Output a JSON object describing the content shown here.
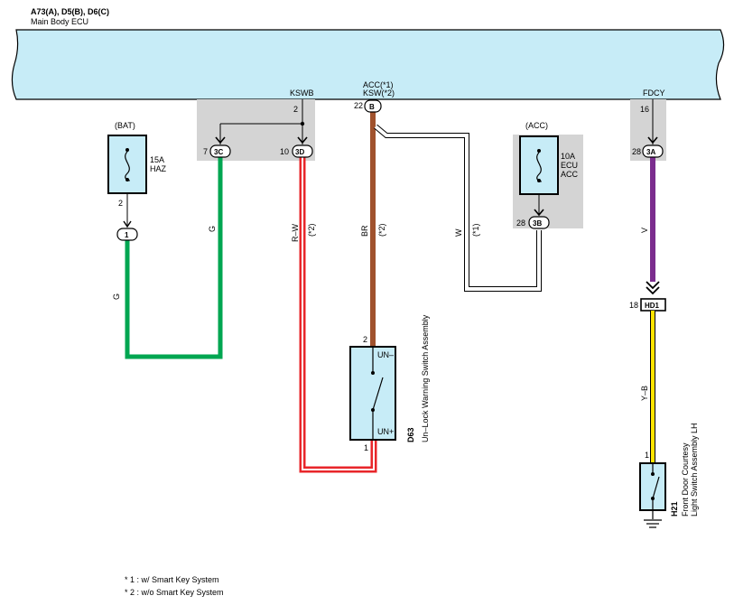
{
  "header": {
    "connectors": "A73(A), D5(B), D6(C)",
    "component": "Main Body ECU"
  },
  "ecu_terminals": {
    "kswb_name": "KSWB",
    "kswb_pin": "2",
    "acc_name_1": "ACC(*1)",
    "acc_name_2": "KSW(*2)",
    "acc_pin": "22",
    "acc_connector": "B",
    "fdcy_name": "FDCY",
    "fdcy_pin": "16"
  },
  "bat_fuse": {
    "group": "(BAT)",
    "rating": "15A",
    "name": "HAZ",
    "pin": "2",
    "junction": "1"
  },
  "acc_fuse": {
    "group": "(ACC)",
    "rating": "10A",
    "name_1": "ECU",
    "name_2": "ACC",
    "pin": "28",
    "connector": "3B"
  },
  "junction_connectors": {
    "c3c_pin": "7",
    "c3c": "3C",
    "c3d_pin": "10",
    "c3d": "3D",
    "c3a_pin": "28",
    "c3a": "3A",
    "hd1_pin": "18",
    "hd1": "HD1"
  },
  "wires": {
    "g_left": "G",
    "g_right": "G",
    "rw": "R–W",
    "rw_note": "(*2)",
    "br": "BR",
    "br_note": "(*2)",
    "w": "W",
    "w_note": "(*1)",
    "v": "V",
    "yb": "Y–B"
  },
  "d63": {
    "code": "D63",
    "name": "Un–Lock Warning Switch Assembly",
    "term_top": "UN–",
    "term_bottom": "UN+",
    "pin_top": "2",
    "pin_bottom": "1"
  },
  "h21": {
    "code": "H21",
    "name_1": "Front Door Courtesy",
    "name_2": "Light Switch Assembly LH",
    "pin": "1"
  },
  "notes": {
    "note1": "* 1 : w/ Smart Key System",
    "note2": "* 2 : w/o Smart Key System"
  },
  "colors": {
    "ecu_fill": "#c7ecf7",
    "shade": "#d4d4d4",
    "wire_green": "#00a651",
    "wire_red": "#e8262a",
    "wire_brown": "#a0522d",
    "wire_violet": "#7b2d8e",
    "wire_yellow": "#ffe400",
    "wire_white": "#ffffff"
  }
}
